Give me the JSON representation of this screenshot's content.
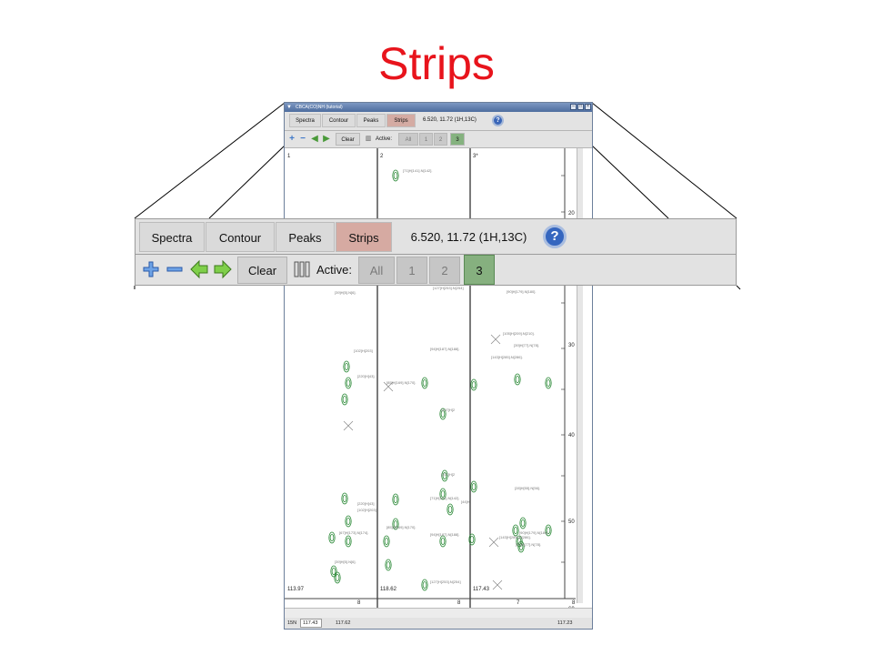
{
  "slide": {
    "title": "Strips"
  },
  "window": {
    "title": "CBCA(CO)NH (tutorial)",
    "tabs": [
      "Spectra",
      "Contour",
      "Peaks",
      "Strips"
    ],
    "active_tab": "Strips",
    "coords": "6.520,  11.72 (1H,13C)",
    "help_label": "?",
    "toolbar": {
      "clear_label": "Clear",
      "active_label": "Active:",
      "active_buttons": [
        "All",
        "1",
        "2",
        "3"
      ],
      "selected": "3"
    },
    "strips": [
      {
        "header": "1",
        "footer": "113.97",
        "x_tick": "8"
      },
      {
        "header": "2",
        "footer": "118.62",
        "x_tick": "8"
      },
      {
        "header": "3*",
        "footer": "117.43",
        "x_tick": "7"
      }
    ],
    "y_axis_ticks": [
      "20",
      "30",
      "40",
      "50",
      "60"
    ],
    "axis_corner_label": "8",
    "statusbar": {
      "axis": "15N",
      "value": "117.43",
      "left": "117.62",
      "right": "117.23"
    },
    "peak_labels": [
      "[71]H[141].N[142].",
      "[39]H[5].N[6].",
      "[127]H[253].N[254]",
      "[90]H[179].N[180].",
      "[105]H[209].N[210].",
      "[102]H[203]",
      "[94]H[187].N[188].",
      "[39]H[77].N[78].",
      "[143]H[285].N[286].",
      "[220]H[43].",
      "[85]H[169].N[170].",
      "[107]H[2",
      "[107]H[2",
      "[28]H[55].N[56].",
      "[71]H[141].N[142].",
      "[44]H",
      "[220]H[43]",
      "[102]H[203]",
      "[85]H[169].N[170].",
      "[67]H[173].N[174].",
      "[94]H[187].N[188].",
      "[143]H[285].N[286].",
      "[90]H[179].N[180].",
      "[39]H[5].N[6].",
      "[127]H[253].N[254]",
      "[39]H[77].N[78]."
    ]
  },
  "zoom": {
    "tabs": [
      "Spectra",
      "Contour",
      "Peaks",
      "Strips"
    ],
    "active_tab": "Strips",
    "coords": "6.520,  11.72 (1H,13C)",
    "help_label": "?",
    "icons": [
      "zoom-in-icon",
      "zoom-out-icon",
      "arrow-left-icon",
      "arrow-right-icon",
      "strip-columns-icon"
    ],
    "clear_label": "Clear",
    "active_label": "Active:",
    "active_buttons": [
      "All",
      "1",
      "2",
      "3"
    ],
    "selected": "3",
    "colors": {
      "active_tab": "#d6aaa2",
      "selected_button": "#86b07f",
      "accent": "#3566bf"
    }
  }
}
